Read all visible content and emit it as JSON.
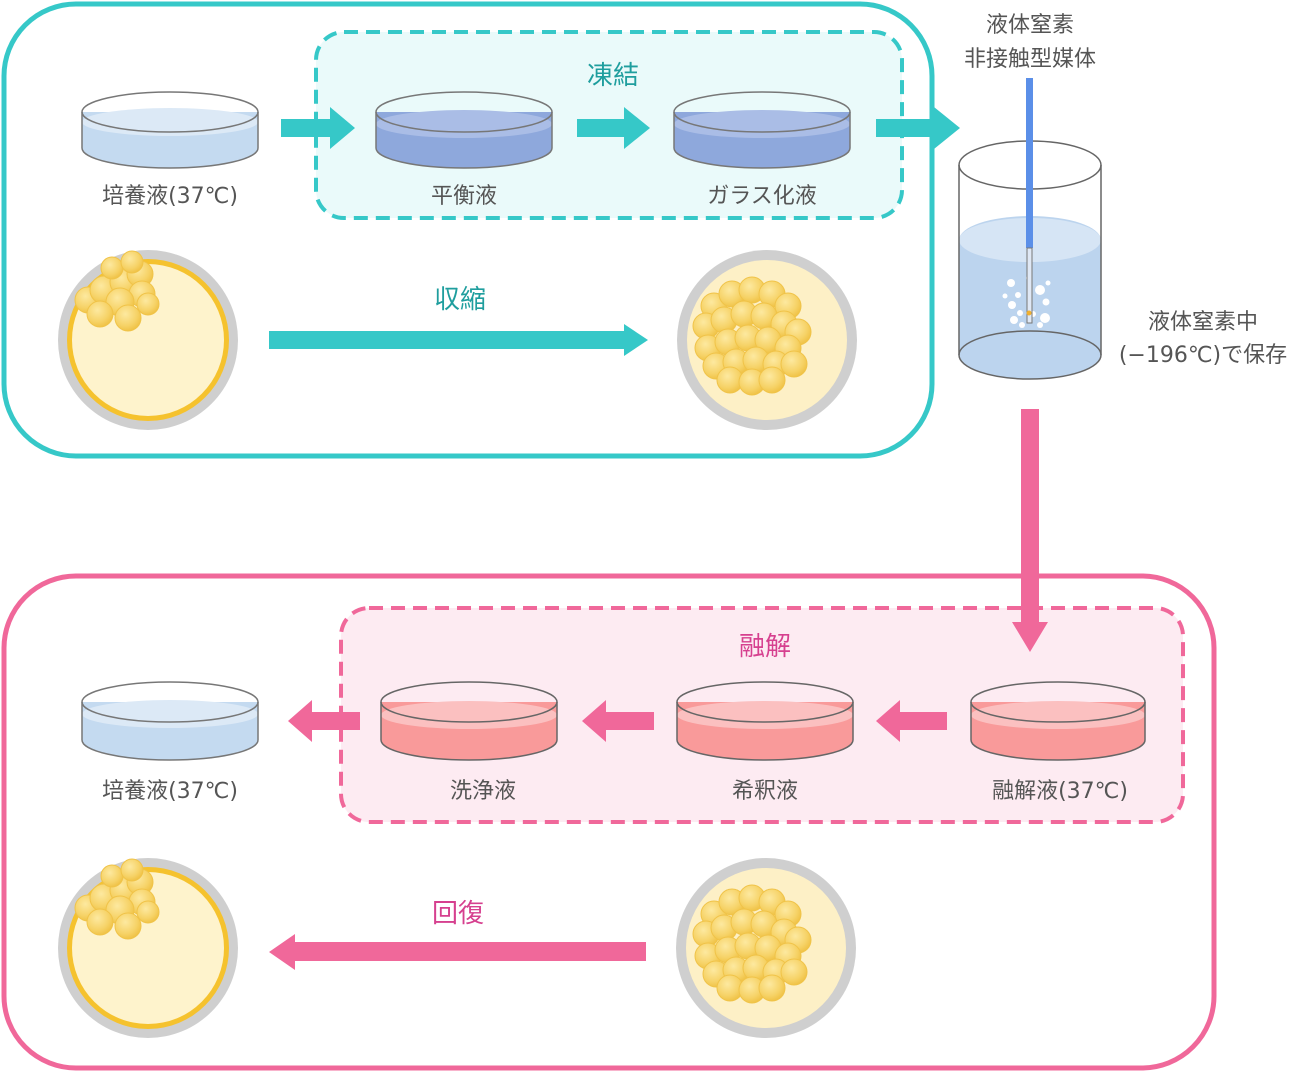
{
  "colors": {
    "teal": "#36c8c8",
    "teal_title": "#1f9e9e",
    "teal_bg": "#eafafa",
    "pink": "#f0689a",
    "pink_title": "#d6408f",
    "pink_bg": "#fdebf2",
    "label_text": "#555555",
    "cell_yellow": "#f7cf52",
    "culture_blue": "#c4daf0",
    "equil_blue": "#8ea8dc",
    "warm_pink": "#f99a9a",
    "nitrogen_blue": "#bcd4ee",
    "device_blue": "#5b8fe8"
  },
  "freeze_section": {
    "group_title": "凍結",
    "dishes": [
      {
        "label": "培養液(37℃)",
        "liquid": "culture"
      },
      {
        "label": "平衡液",
        "liquid": "equilibrium"
      },
      {
        "label": "ガラス化液",
        "liquid": "vitrification"
      }
    ],
    "shrink_label": "収縮"
  },
  "storage": {
    "device_label_line1": "液体窒素",
    "device_label_line2": "非接触型媒体",
    "storage_label_line1": "液体窒素中",
    "storage_label_line2": "(−196℃)で保存"
  },
  "thaw_section": {
    "group_title": "融解",
    "dishes": [
      {
        "label": "融解液(37℃)",
        "liquid": "thaw"
      },
      {
        "label": "希釈液",
        "liquid": "dilution"
      },
      {
        "label": "洗浄液",
        "liquid": "wash"
      },
      {
        "label": "培養液(37℃)",
        "liquid": "culture"
      }
    ],
    "recover_label": "回復"
  }
}
